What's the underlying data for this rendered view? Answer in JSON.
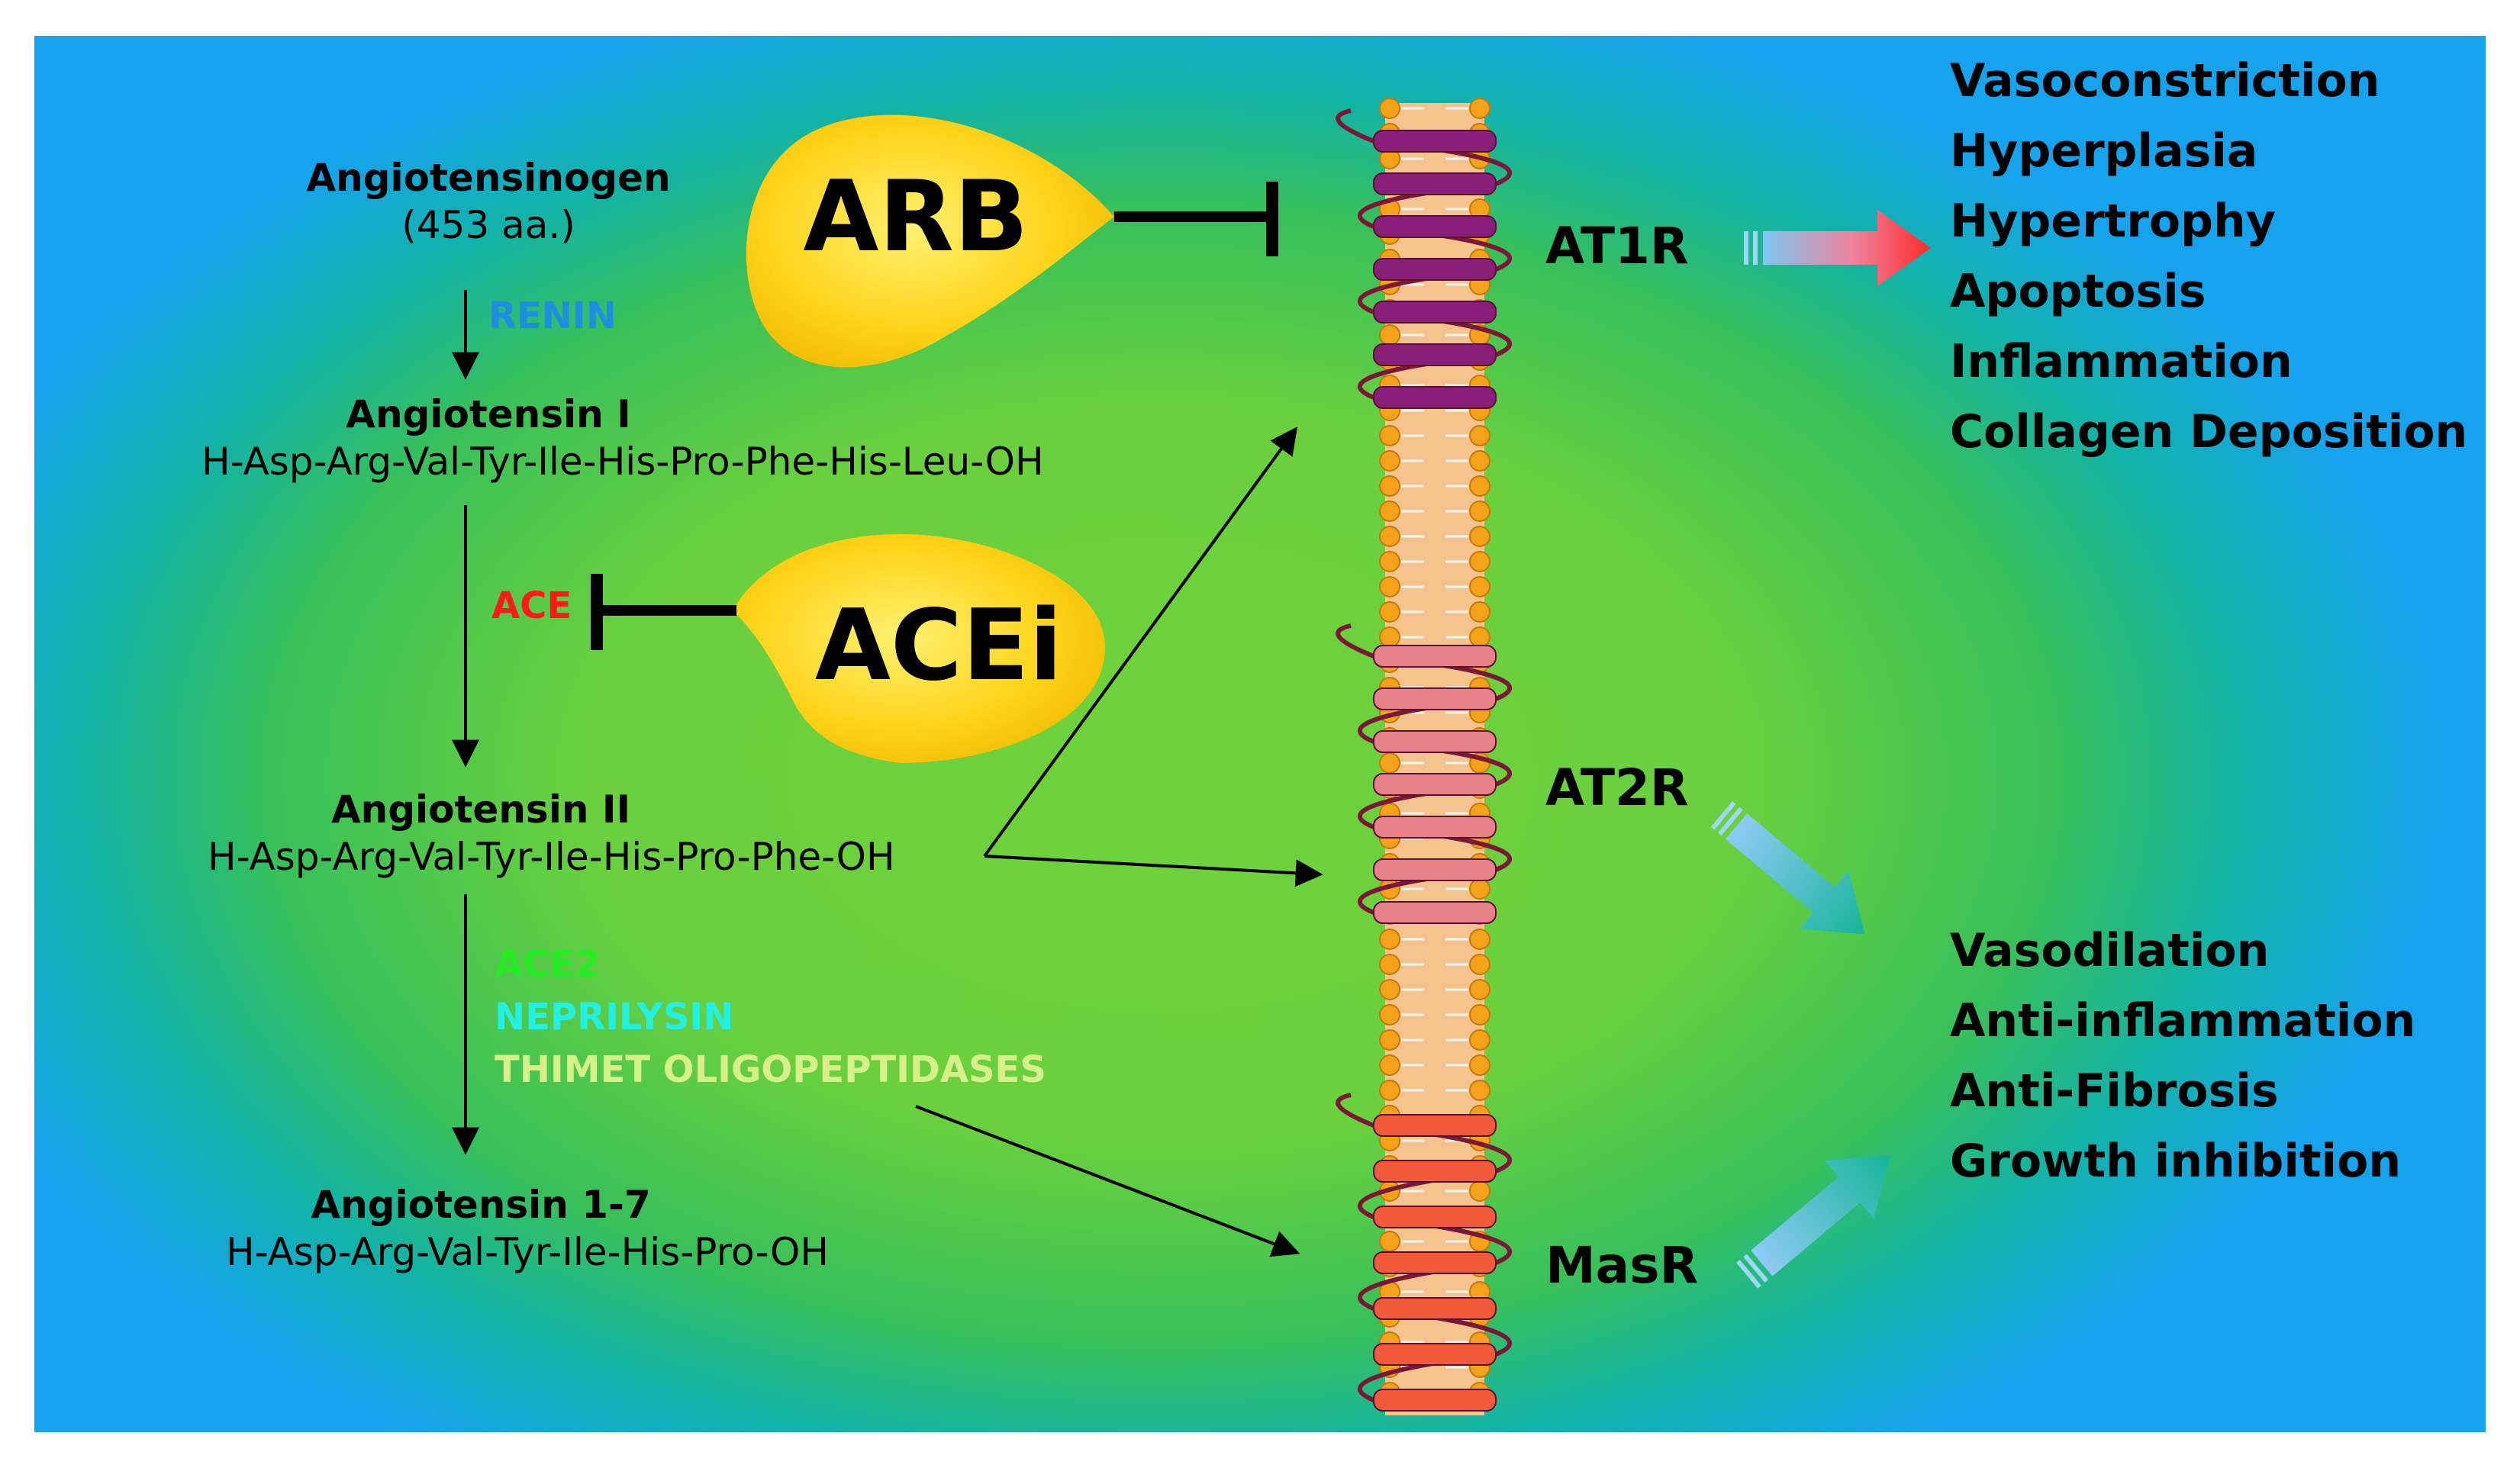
{
  "pathway": {
    "angiotensinogen": {
      "name": "Angiotensinogen",
      "detail": "(453 aa.)"
    },
    "renin": "RENIN",
    "angiotensin_1": {
      "name": "Angiotensin I",
      "sequence": "H-Asp-Arg-Val-Tyr-Ile-His-Pro-Phe-His-Leu-OH"
    },
    "ace": "ACE",
    "angiotensin_2": {
      "name": "Angiotensin II",
      "sequence": "H-Asp-Arg-Val-Tyr-Ile-His-Pro-Phe-OH"
    },
    "ace2": "ACE2",
    "neprilysin": "NEPRILYSIN",
    "thimet": "THIMET OLIGOPEPTIDASES",
    "angiotensin_1_7": {
      "name": "Angiotensin 1-7",
      "sequence": "H-Asp-Arg-Val-Tyr-Ile-His-Pro-OH"
    }
  },
  "drugs": {
    "arb": "ARB",
    "acei": "ACEi"
  },
  "receptors": {
    "at1r": "AT1R",
    "at2r": "AT2R",
    "masr": "MasR"
  },
  "effects_at1r": [
    "Vasoconstriction",
    "Hyperplasia",
    "Hypertrophy",
    "Apoptosis",
    "Inflammation",
    "Collagen Deposition"
  ],
  "effects_protective": [
    "Vasodilation",
    "Anti-inflammation",
    "Anti-Fibrosis",
    "Growth inhibition"
  ],
  "colors": {
    "renin": "#1e8ee0",
    "ace": "#ff1a1a",
    "ace2": "#22ee22",
    "neprilysin": "#22f0e0",
    "thimet": "#d8f08a",
    "drug_fill": "#ffd21a",
    "at1r": "#8a1f7a",
    "at2r": "#e8818a",
    "masr": "#f05a3a"
  }
}
